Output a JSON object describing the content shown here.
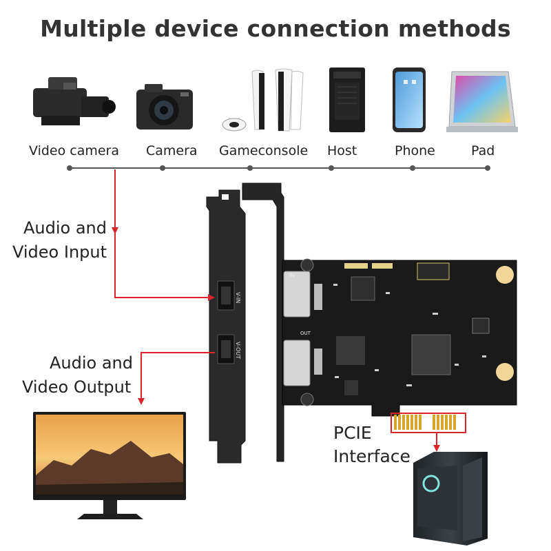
{
  "title": "Multiple device connection methods",
  "devices": [
    {
      "label": "Video camera"
    },
    {
      "label": "Camera"
    },
    {
      "label": "Gameconsole"
    },
    {
      "label": "Host"
    },
    {
      "label": "Phone"
    },
    {
      "label": "Pad"
    }
  ],
  "input_label": {
    "line1": "Audio and",
    "line2": "Video Input"
  },
  "output_label": {
    "line1": "Audio and",
    "line2": "Video Output"
  },
  "pcie_label": {
    "line1": "PCIE",
    "line2": "Interface"
  },
  "port_labels": {
    "bracket_in": "V-IN",
    "bracket_out": "V-OUT",
    "board_in": "IN",
    "board_out": "OUT"
  },
  "colors": {
    "arrow": "#d9252a",
    "board": "#1a1a1a",
    "bracket": "#2a2a2a",
    "gold": "#d6a62a"
  }
}
